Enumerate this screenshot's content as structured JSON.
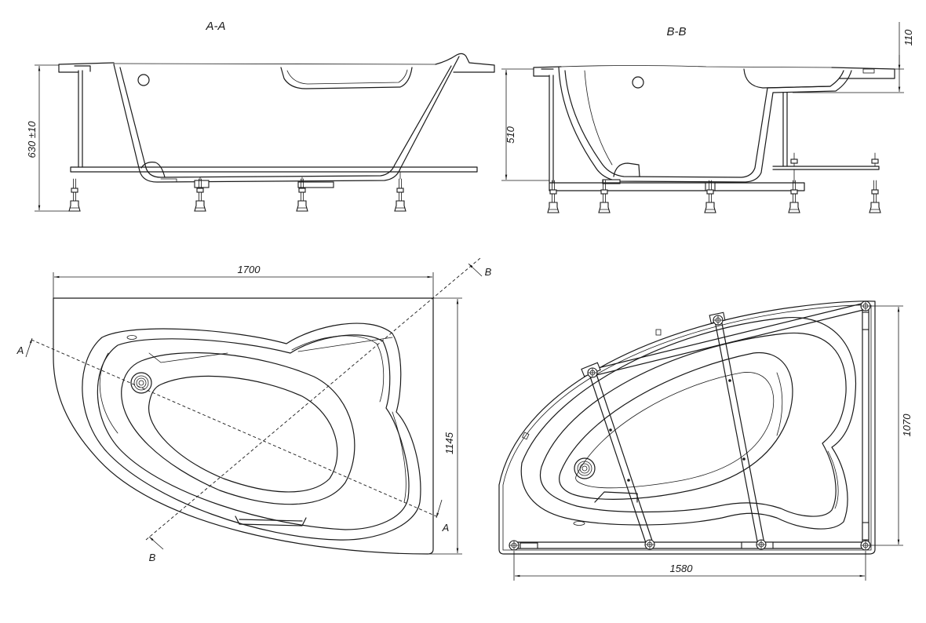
{
  "section_aa": {
    "title": "A-A",
    "height_dim": "630 ±10"
  },
  "section_bb": {
    "title": "B-B",
    "height_dim": "510",
    "rim_dim": "110"
  },
  "plan_left": {
    "width_dim": "1700",
    "depth_dim": "1145",
    "cut_a_left": "A",
    "cut_a_right": "A",
    "cut_b_top": "B",
    "cut_b_bottom": "B"
  },
  "plan_right": {
    "depth_dim": "1070",
    "width_dim": "1580"
  }
}
